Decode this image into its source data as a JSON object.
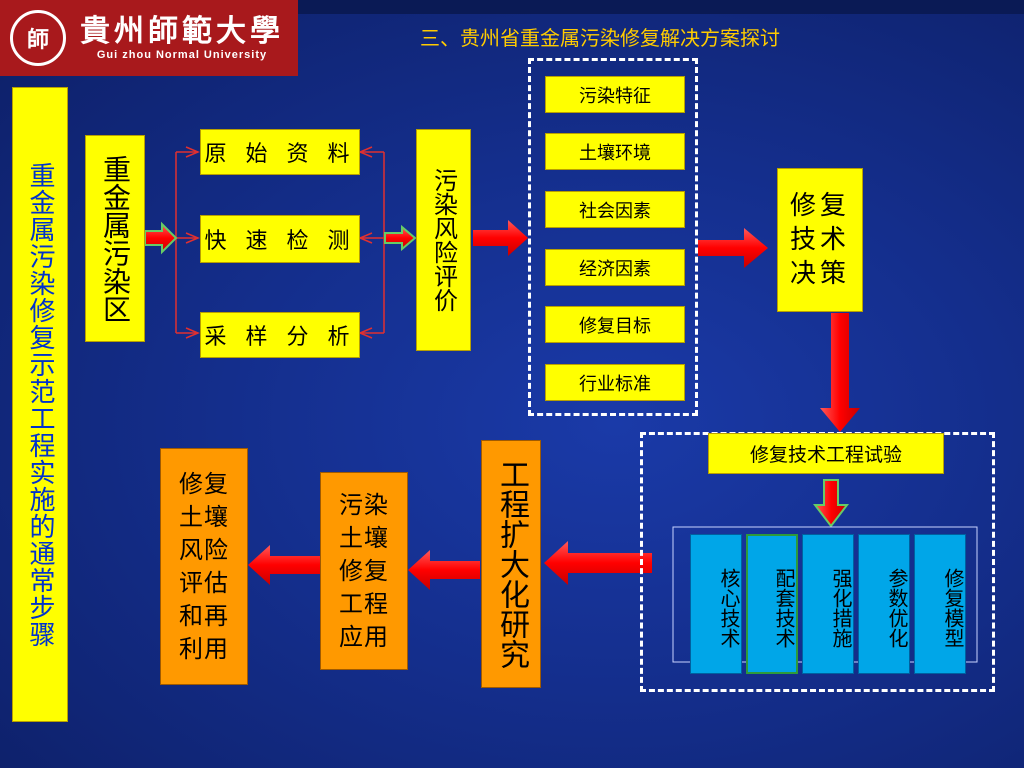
{
  "header": {
    "logo_seal": "師",
    "logo_name_cn": "貴州師範大學",
    "logo_name_en": "Gui zhou Normal University",
    "slide_title": "三、贵州省重金属污染修复解决方案探讨"
  },
  "side_title": "重金属污染修复示范工程实施的通常步骤",
  "flow": {
    "start": "重金属污染区",
    "data_steps": [
      "原 始 资 料",
      "快 速 检 测",
      "采 样 分 析"
    ],
    "risk": "污染风险评价",
    "factors": [
      "污染特征",
      "土壤环境",
      "社会因素",
      "经济因素",
      "修复目标",
      "行业标准"
    ],
    "decision": "修复技术决策",
    "trial": "修复技术工程试验",
    "trial_items": [
      "核心技术",
      "配套技术",
      "强化措施",
      "参数优化",
      "修复模型"
    ],
    "scale_up": "工程扩大化研究",
    "application": "污染土壤修复工程应用",
    "final": "修复土壤风险评估和再利用"
  },
  "colors": {
    "background": "#142e8c",
    "box_yellow": "#ffff00",
    "box_orange": "#ff9900",
    "box_cyan": "#00a6e8",
    "arrow_red": "#ff1a1a",
    "arrow_green": "#66cc66",
    "title": "#ffcc00",
    "side_text": "#0033cc"
  }
}
